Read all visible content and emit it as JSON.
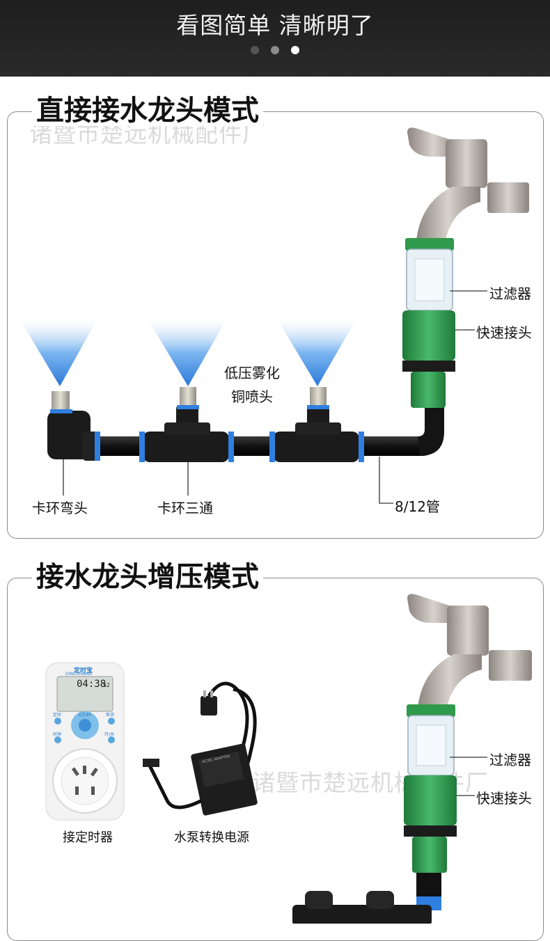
{
  "header": {
    "title": "看图简单 清晰明了",
    "dots": [
      "inactive",
      "inactive",
      "active"
    ]
  },
  "section1": {
    "title": "直接接水龙头模式",
    "watermark": "诸暨市楚远机械配件厂",
    "labels": {
      "filter": "过滤器",
      "quick_connector": "快速接头",
      "nozzle_line1": "低压雾化",
      "nozzle_line2": "铜喷头",
      "elbow": "卡环弯头",
      "tee": "卡环三通",
      "pipe": "8/12管"
    }
  },
  "section2": {
    "title": "接水龙头增压模式",
    "watermark": "诸暨市楚远机械配件厂",
    "labels": {
      "filter": "过滤器",
      "quick_connector": "快速接头",
      "timer": "接定时器",
      "power": "水泵转换电源"
    },
    "timer_device": {
      "brand": "定时宝",
      "brand_en": "DINGSHIBAO",
      "time": "04:38",
      "seconds": "52",
      "model": "D14F",
      "buttons": [
        "定时",
        "取消",
        "时钟",
        "开/关"
      ]
    },
    "adapter_label": "AC/DC ADAPTER"
  },
  "colors": {
    "header_bg": "#262626",
    "mist_blue": "#3d8be0",
    "green": "#3aa35a",
    "pipe": "#1a1a1a",
    "connector_blue": "#2f7fe0"
  }
}
